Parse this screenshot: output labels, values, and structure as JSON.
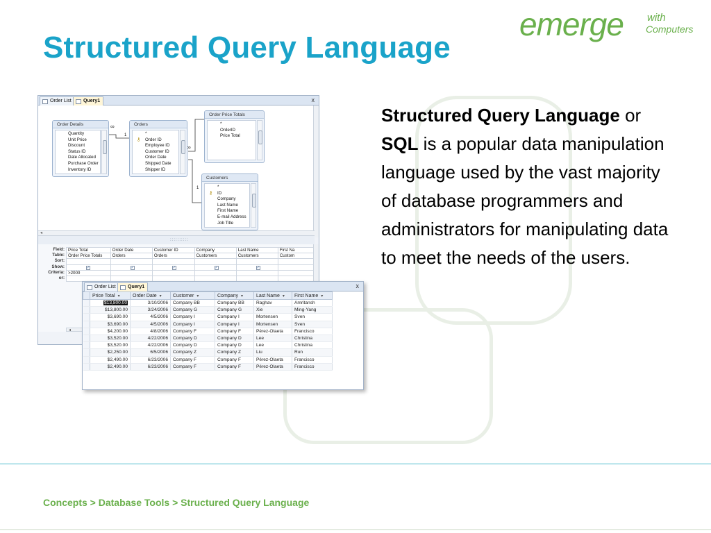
{
  "header": {
    "title": "Structured Query Language",
    "logo_main": "emerge",
    "logo_with": "with",
    "logo_computers": "Computers"
  },
  "body": {
    "term": "Structured Query Language",
    "or_text": " or ",
    "abbr": "SQL",
    "rest": " is a popular data manipulation language used by the vast majority of database programmers and administrators for manipulating data to meet the needs of the users."
  },
  "footer": {
    "breadcrumb": "Concepts >  Database Tools > Structured Query Language"
  },
  "colors": {
    "title": "#1aa3c9",
    "brand_green": "#6ab04c",
    "footer_rule": "#4bbbcc"
  },
  "screenshot": {
    "design_window": {
      "tabs": [
        "Order List",
        "Query1"
      ],
      "close": "x",
      "tables": {
        "order_details": {
          "title": "Order Details",
          "fields": [
            "Quantity",
            "Unit Price",
            "Discount",
            "Status ID",
            "Date Allocated",
            "Purchase Order",
            "Inventory ID"
          ]
        },
        "orders": {
          "title": "Orders",
          "fields": [
            "*",
            "Order ID",
            "Employee ID",
            "Customer ID",
            "Order Date",
            "Shipped Date",
            "Shipper ID"
          ]
        },
        "order_price_totals": {
          "title": "Order Price Totals",
          "fields": [
            "*",
            "OrderID",
            "Price Total"
          ]
        },
        "customers": {
          "title": "Customers",
          "fields": [
            "*",
            "ID",
            "Company",
            "Last Name",
            "First Name",
            "E-mail Address",
            "Job Title"
          ]
        }
      },
      "relation_marks": {
        "one": "1",
        "many": "∞"
      },
      "splitter": "::::::::::",
      "grid": {
        "labels": [
          "Field:",
          "Table:",
          "Sort:",
          "Show:",
          "Criteria:",
          "or:"
        ],
        "fields": [
          "Price Total",
          "Order Date",
          "Customer ID",
          "Company",
          "Last Name",
          "First Na"
        ],
        "tables": [
          "Order Price Totals",
          "Orders",
          "Orders",
          "Customers",
          "Customers",
          "Custom"
        ],
        "show_mark": "✓",
        "criteria": [
          ">2000",
          "",
          "",
          "",
          "",
          ""
        ]
      }
    },
    "results_window": {
      "tabs": [
        "Order List",
        "Query1"
      ],
      "close": "x",
      "columns": [
        "Price Total",
        "Order Date",
        "Customer",
        "Company",
        "Last Name",
        "First Name"
      ],
      "sort_arrow": "▾",
      "rows": [
        [
          "$13,800.00",
          "3/10/2006",
          "Company BB",
          "Company BB",
          "Raghav",
          "Amritansh"
        ],
        [
          "$13,800.00",
          "3/24/2006",
          "Company G",
          "Company G",
          "Xie",
          "Ming-Yang"
        ],
        [
          "$3,690.00",
          "4/5/2006",
          "Company I",
          "Company I",
          "Mortensen",
          "Sven"
        ],
        [
          "$3,690.00",
          "4/5/2006",
          "Company I",
          "Company I",
          "Mortensen",
          "Sven"
        ],
        [
          "$4,200.00",
          "4/8/2006",
          "Company F",
          "Company F",
          "Pérez-Olaeta",
          "Francisco"
        ],
        [
          "$3,520.00",
          "4/22/2006",
          "Company D",
          "Company D",
          "Lee",
          "Christina"
        ],
        [
          "$3,520.00",
          "4/22/2006",
          "Company D",
          "Company D",
          "Lee",
          "Christina"
        ],
        [
          "$2,250.00",
          "6/5/2006",
          "Company Z",
          "Company Z",
          "Liu",
          "Run"
        ],
        [
          "$2,490.00",
          "6/23/2006",
          "Company F",
          "Company F",
          "Pérez-Olaeta",
          "Francisco"
        ],
        [
          "$2,490.00",
          "6/23/2006",
          "Company F",
          "Company F",
          "Pérez-Olaeta",
          "Francisco"
        ]
      ]
    }
  }
}
